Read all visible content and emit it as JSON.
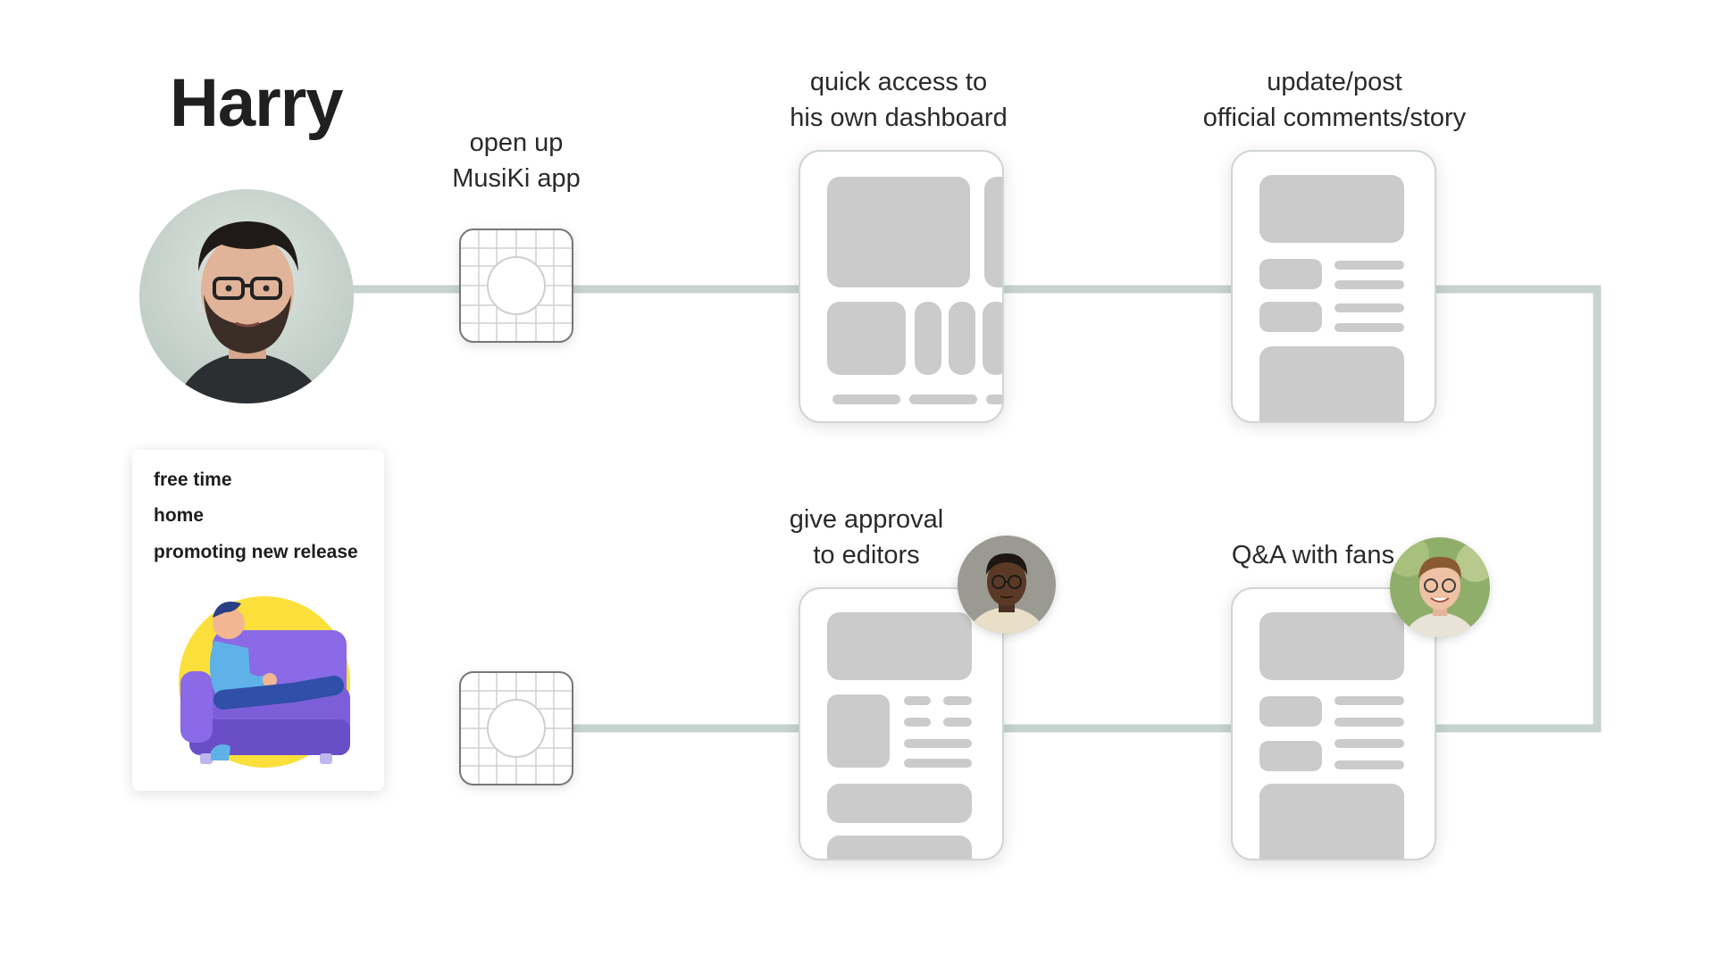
{
  "persona": {
    "name": "Harry"
  },
  "context": {
    "items": [
      "free time",
      "home",
      "promoting new release"
    ]
  },
  "steps": {
    "open_app": {
      "line1": "open up",
      "line2": "MusiKi app"
    },
    "dashboard": {
      "line1": "quick access to",
      "line2": "his own dashboard"
    },
    "update_post": {
      "line1": "update/post",
      "line2": "official comments/story"
    },
    "qa": {
      "line1": "Q&A with fans"
    },
    "approval": {
      "line1": "give approval",
      "line2": "to editors"
    }
  },
  "colors": {
    "connector": "#c7d3ce",
    "placeholder": "#cbcbcb",
    "illustration_yellow": "#fbe03c",
    "illustration_purple": "#7c5fd8",
    "illustration_blue": "#5fb2e8"
  },
  "icons": {
    "app_icon": "app-grid-icon",
    "illustration": "person-on-sofa-illustration"
  }
}
